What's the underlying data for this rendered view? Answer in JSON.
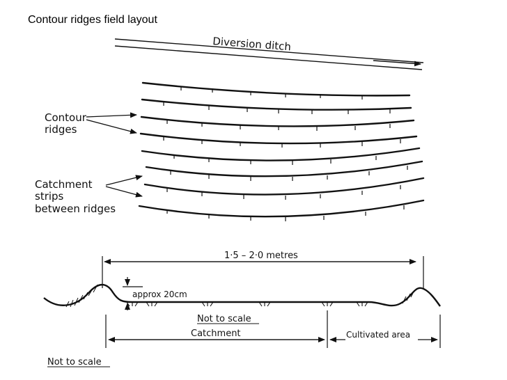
{
  "title": "Contour ridges field layout",
  "plan": {
    "diversion_label": "Diversion ditch",
    "contour_label_line1": "Contour",
    "contour_label_line2": "ridges",
    "catchment_label_line1": "Catchment",
    "catchment_label_line2": "strips",
    "catchment_label_line3": "between ridges"
  },
  "section": {
    "width_label": "1·5 – 2·0 metres",
    "height_label": "approx 20cm",
    "scale_note": "Not to scale",
    "catchment_label": "Catchment",
    "cultivated_label": "Cultivated area",
    "bottom_scale_note": "Not to scale"
  },
  "colors": {
    "ink": "#111111",
    "background": "#ffffff"
  }
}
